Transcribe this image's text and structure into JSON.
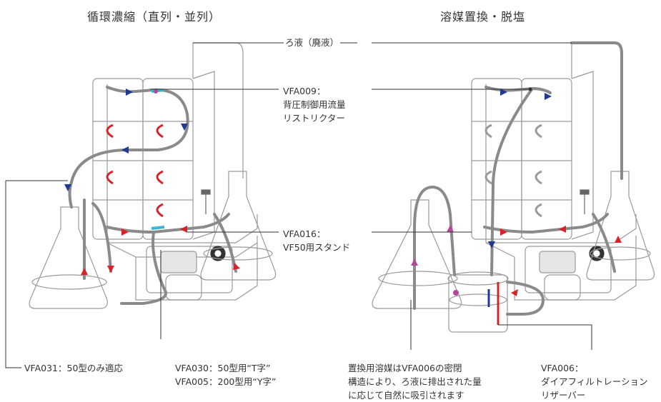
{
  "titles": {
    "left": "循環濃縮（直列・並列）",
    "right": "溶媒置換・脱塩"
  },
  "labels": {
    "filtrate": "ろ液（廃液）",
    "vfa009": [
      "VFA009：",
      "背圧制御用流量",
      "リストリクター"
    ],
    "vfa016": [
      "VFA016：",
      "VF50用スタンド"
    ],
    "vfa031": "VFA031：50型のみ適応",
    "vfa030": [
      "VFA030：50型用“T字”",
      "VFA005：200型用“Y字”"
    ],
    "solvent": [
      "置換用溶媒はVFA006の密閉",
      "構造により、ろ液に排出された量",
      "に応じて自然に吸引されます"
    ],
    "vfa006": [
      "VFA006：",
      "ダイアフィルトレーション",
      "リザーバー"
    ]
  },
  "colors": {
    "tube": "#8a8a8a",
    "flow_arrow_red": "#d9232a",
    "flow_arrow_blue": "#1f3a93",
    "flow_arrow_purple": "#b5479a",
    "connector_cyan": "#35b6d6",
    "outline": "#9a9a9a",
    "callout_line": "#333333"
  }
}
